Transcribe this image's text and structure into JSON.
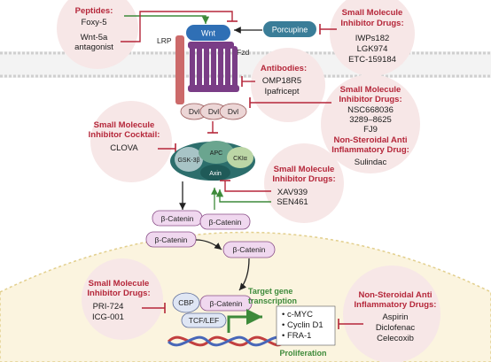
{
  "peptides": {
    "title": "Peptides:",
    "items": [
      "Foxy-5",
      "Wnt-5a",
      "antagonist"
    ]
  },
  "wnt": "Wnt",
  "porcupine": "Porcupine",
  "porcupine_inhibitors": {
    "title": [
      "Small Molecule",
      "Inhibitor Drugs:"
    ],
    "items": [
      "IWPs182",
      "LGK974",
      "ETC-159184"
    ]
  },
  "lrp": "LRP",
  "fzd": "Fzd",
  "antibodies": {
    "title": "Antibodies:",
    "items": [
      "OMP18R5",
      "Ipafricept"
    ]
  },
  "dvl": [
    "Dvl",
    "Dvl",
    "Dvl"
  ],
  "dvl_inhibitors": {
    "title": [
      "Small Molecule",
      "Inhibitor Drugs:"
    ],
    "items": [
      "NSC668036",
      "3289–8625",
      "FJ9"
    ]
  },
  "nsaid_top": {
    "title": [
      "Non-Steroidal Anti",
      "Inflammatory Drug:"
    ],
    "items": [
      "Sulindac"
    ]
  },
  "cocktail": {
    "title": [
      "Small Molecule",
      "Inhibitor Cocktail:"
    ],
    "items": [
      "CLOVA"
    ]
  },
  "complex": {
    "gsk": "GSK-3β",
    "apc": "APC",
    "ck": "CKIα",
    "axin": "Axin"
  },
  "axin_inhibitors": {
    "title": [
      "Small Molecule",
      "Inhibitor Drugs:"
    ],
    "items": [
      "XAV939",
      "SEN461"
    ]
  },
  "beta_catenin": "β-Catenin",
  "nuclear_inhibitors": {
    "title": [
      "Small Molecule",
      "Inhibitor Drugs:"
    ],
    "items": [
      "PRI-724",
      "ICG-001"
    ]
  },
  "cbp": "CBP",
  "tcf": "TCF/LEF",
  "target_genes": {
    "title": [
      "Target gene",
      "transcription"
    ],
    "items": [
      "c-MYC",
      "Cyclin D1",
      "FRA-1"
    ]
  },
  "nsaid_bottom": {
    "title": [
      "Non-Steroidal Anti",
      "Inflammatory Drugs:"
    ],
    "items": [
      "Aspirin",
      "Diclofenac",
      "Celecoxib"
    ]
  },
  "proliferation": "Proliferation",
  "colors": {
    "red": "#b5273a",
    "green": "#3d8a3a",
    "wnt": "#2f6fb5",
    "porcupine": "#3a7d98",
    "circle": "#f7e7e7",
    "catenin": "#f0d8ef",
    "receptor": "#7a3d86",
    "lrp": "#cc6a6a"
  }
}
